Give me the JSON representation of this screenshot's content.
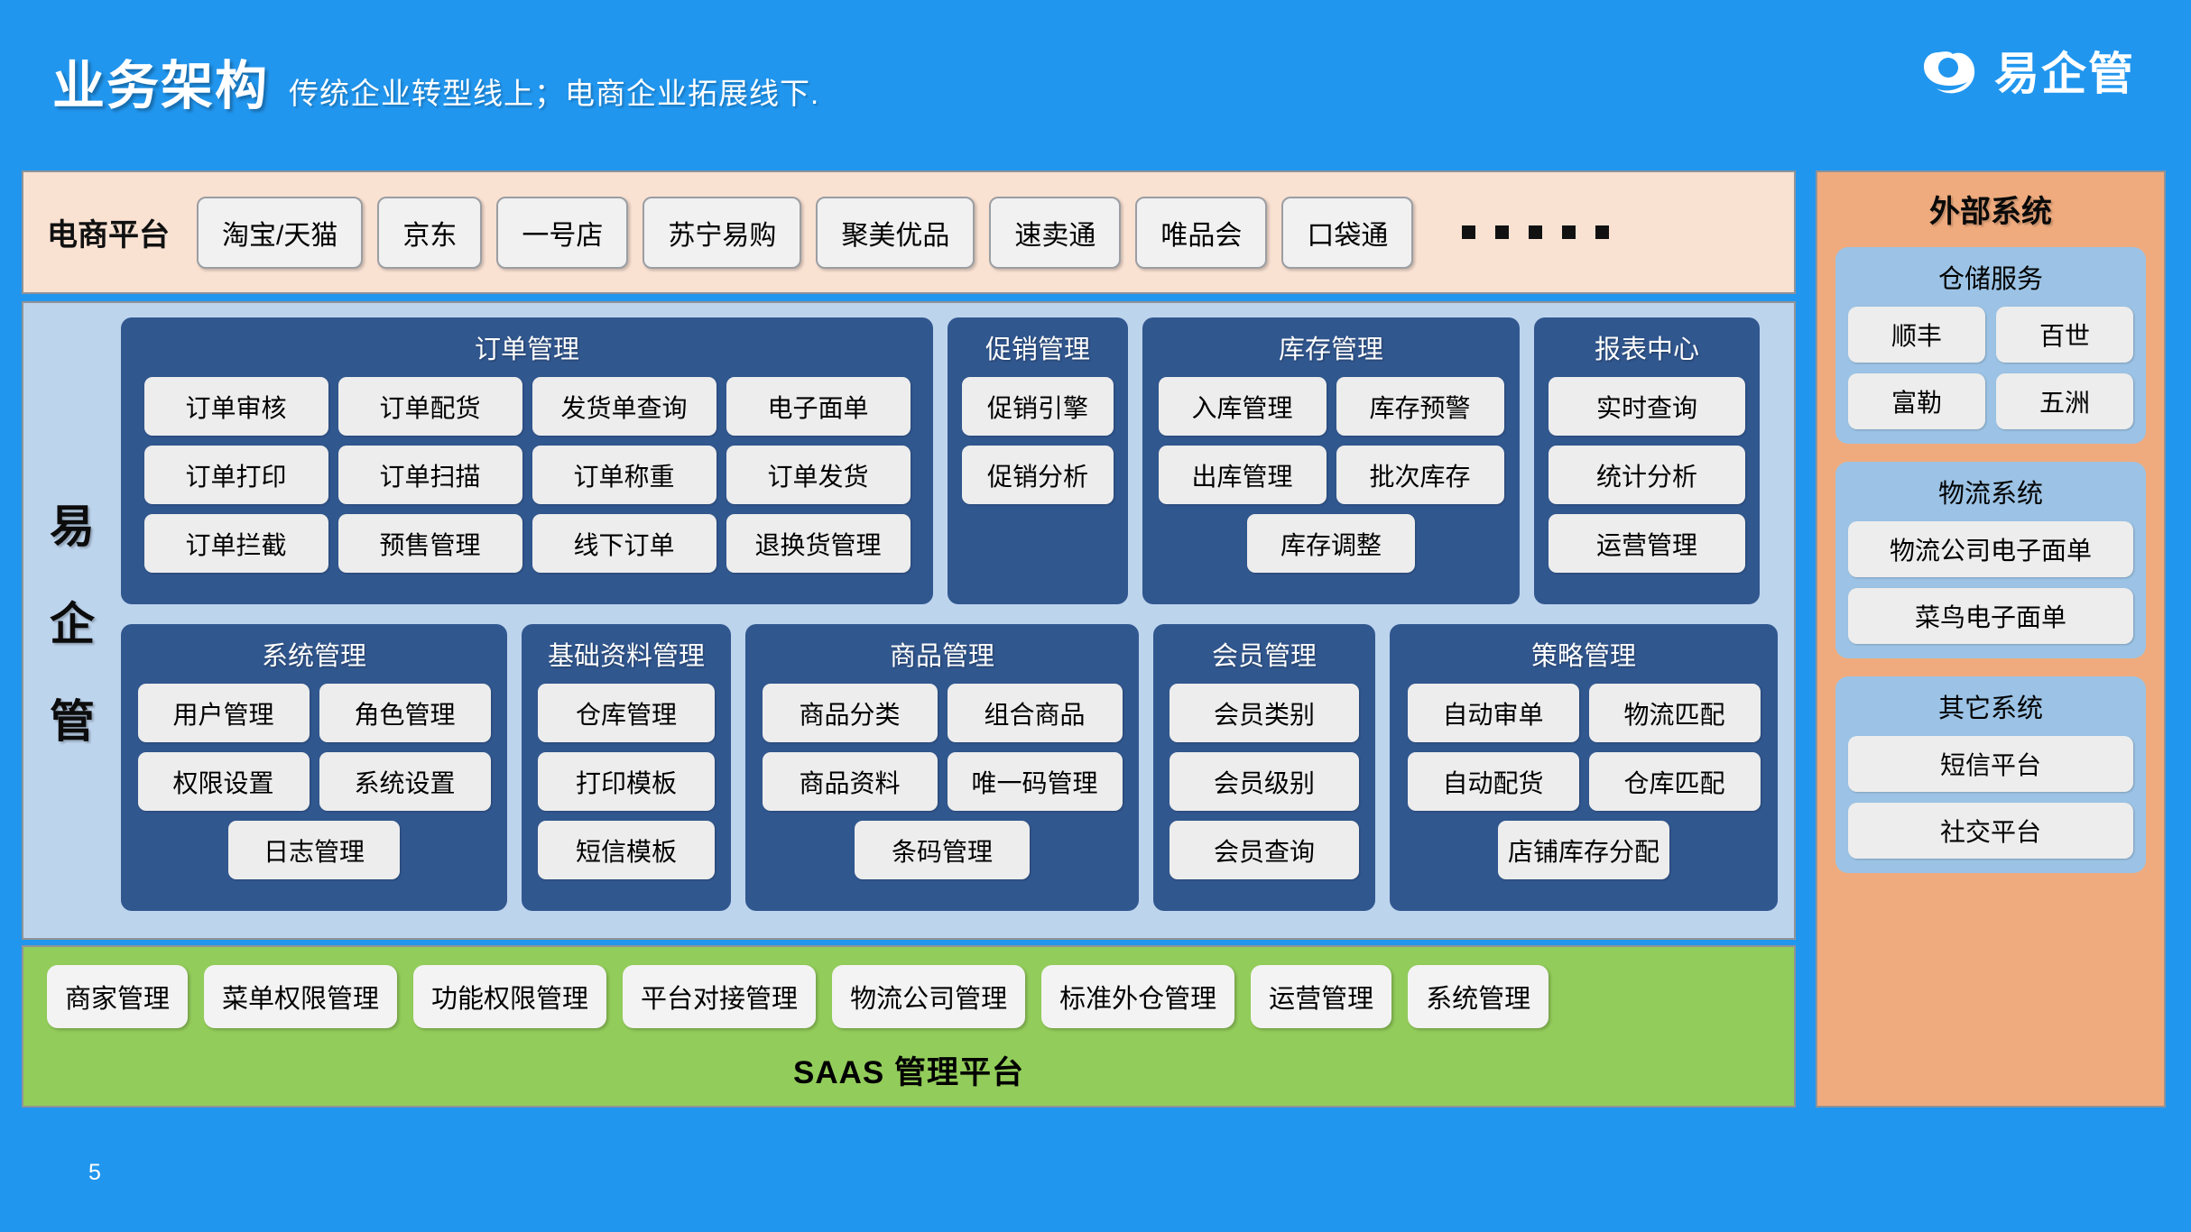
{
  "header": {
    "title": "业务架构",
    "subtitle": "传统企业转型线上；电商企业拓展线下.",
    "brand_name": "易企管",
    "brand_icon": "cloud-logo-icon",
    "bg_color": "#2196ee"
  },
  "ecommerce": {
    "label": "电商平台",
    "bg_color": "#fae2d3",
    "platforms": [
      "淘宝/天猫",
      "京东",
      "一号店",
      "苏宁易购",
      "聚美优品",
      "速卖通",
      "唯品会",
      "口袋通"
    ],
    "ellipsis": "......"
  },
  "board": {
    "bg_color": "#bdd4ed",
    "group_color": "#31578f",
    "side_label_chars": [
      "易",
      "企",
      "管"
    ],
    "row_top": [
      {
        "title": "订单管理",
        "items": [
          "订单审核",
          "订单配货",
          "发货单查询",
          "电子面单",
          "订单打印",
          "订单扫描",
          "订单称重",
          "订单发货",
          "订单拦截",
          "预售管理",
          "线下订单",
          "退换货管理"
        ]
      },
      {
        "title": "促销管理",
        "items": [
          "促销引擎",
          "促销分析"
        ]
      },
      {
        "title": "库存管理",
        "items": [
          "入库管理",
          "库存预警",
          "出库管理",
          "批次库存",
          "库存调整"
        ]
      },
      {
        "title": "报表中心",
        "items": [
          "实时查询",
          "统计分析",
          "运营管理"
        ]
      }
    ],
    "row_bottom": [
      {
        "title": "系统管理",
        "items": [
          "用户管理",
          "角色管理",
          "权限设置",
          "系统设置",
          "日志管理"
        ]
      },
      {
        "title": "基础资料管理",
        "items": [
          "仓库管理",
          "打印模板",
          "短信模板"
        ]
      },
      {
        "title": "商品管理",
        "items": [
          "商品分类",
          "组合商品",
          "商品资料",
          "唯一码管理",
          "条码管理"
        ]
      },
      {
        "title": "会员管理",
        "items": [
          "会员类别",
          "会员级别",
          "会员查询"
        ]
      },
      {
        "title": "策略管理",
        "items": [
          "自动审单",
          "物流匹配",
          "自动配货",
          "仓库匹配",
          "店铺库存分配"
        ]
      }
    ]
  },
  "saas": {
    "bg_color": "#92cc5a",
    "title": "SAAS 管理平台",
    "items": [
      "商家管理",
      "菜单权限管理",
      "功能权限管理",
      "平台对接管理",
      "物流公司管理",
      "标准外仓管理",
      "运营管理",
      "系统管理"
    ]
  },
  "external": {
    "title": "外部系统",
    "bg_color": "#efab7e",
    "card_color": "#9cc3e5",
    "cards": [
      {
        "title": "仓储服务",
        "layout": "half",
        "items": [
          "顺丰",
          "百世",
          "富勒",
          "五洲"
        ]
      },
      {
        "title": "物流系统",
        "layout": "full",
        "items": [
          "物流公司电子面单",
          "菜鸟电子面单"
        ]
      },
      {
        "title": "其它系统",
        "layout": "full",
        "items": [
          "短信平台",
          "社交平台"
        ]
      }
    ]
  },
  "footer": {
    "page_number": "5"
  }
}
